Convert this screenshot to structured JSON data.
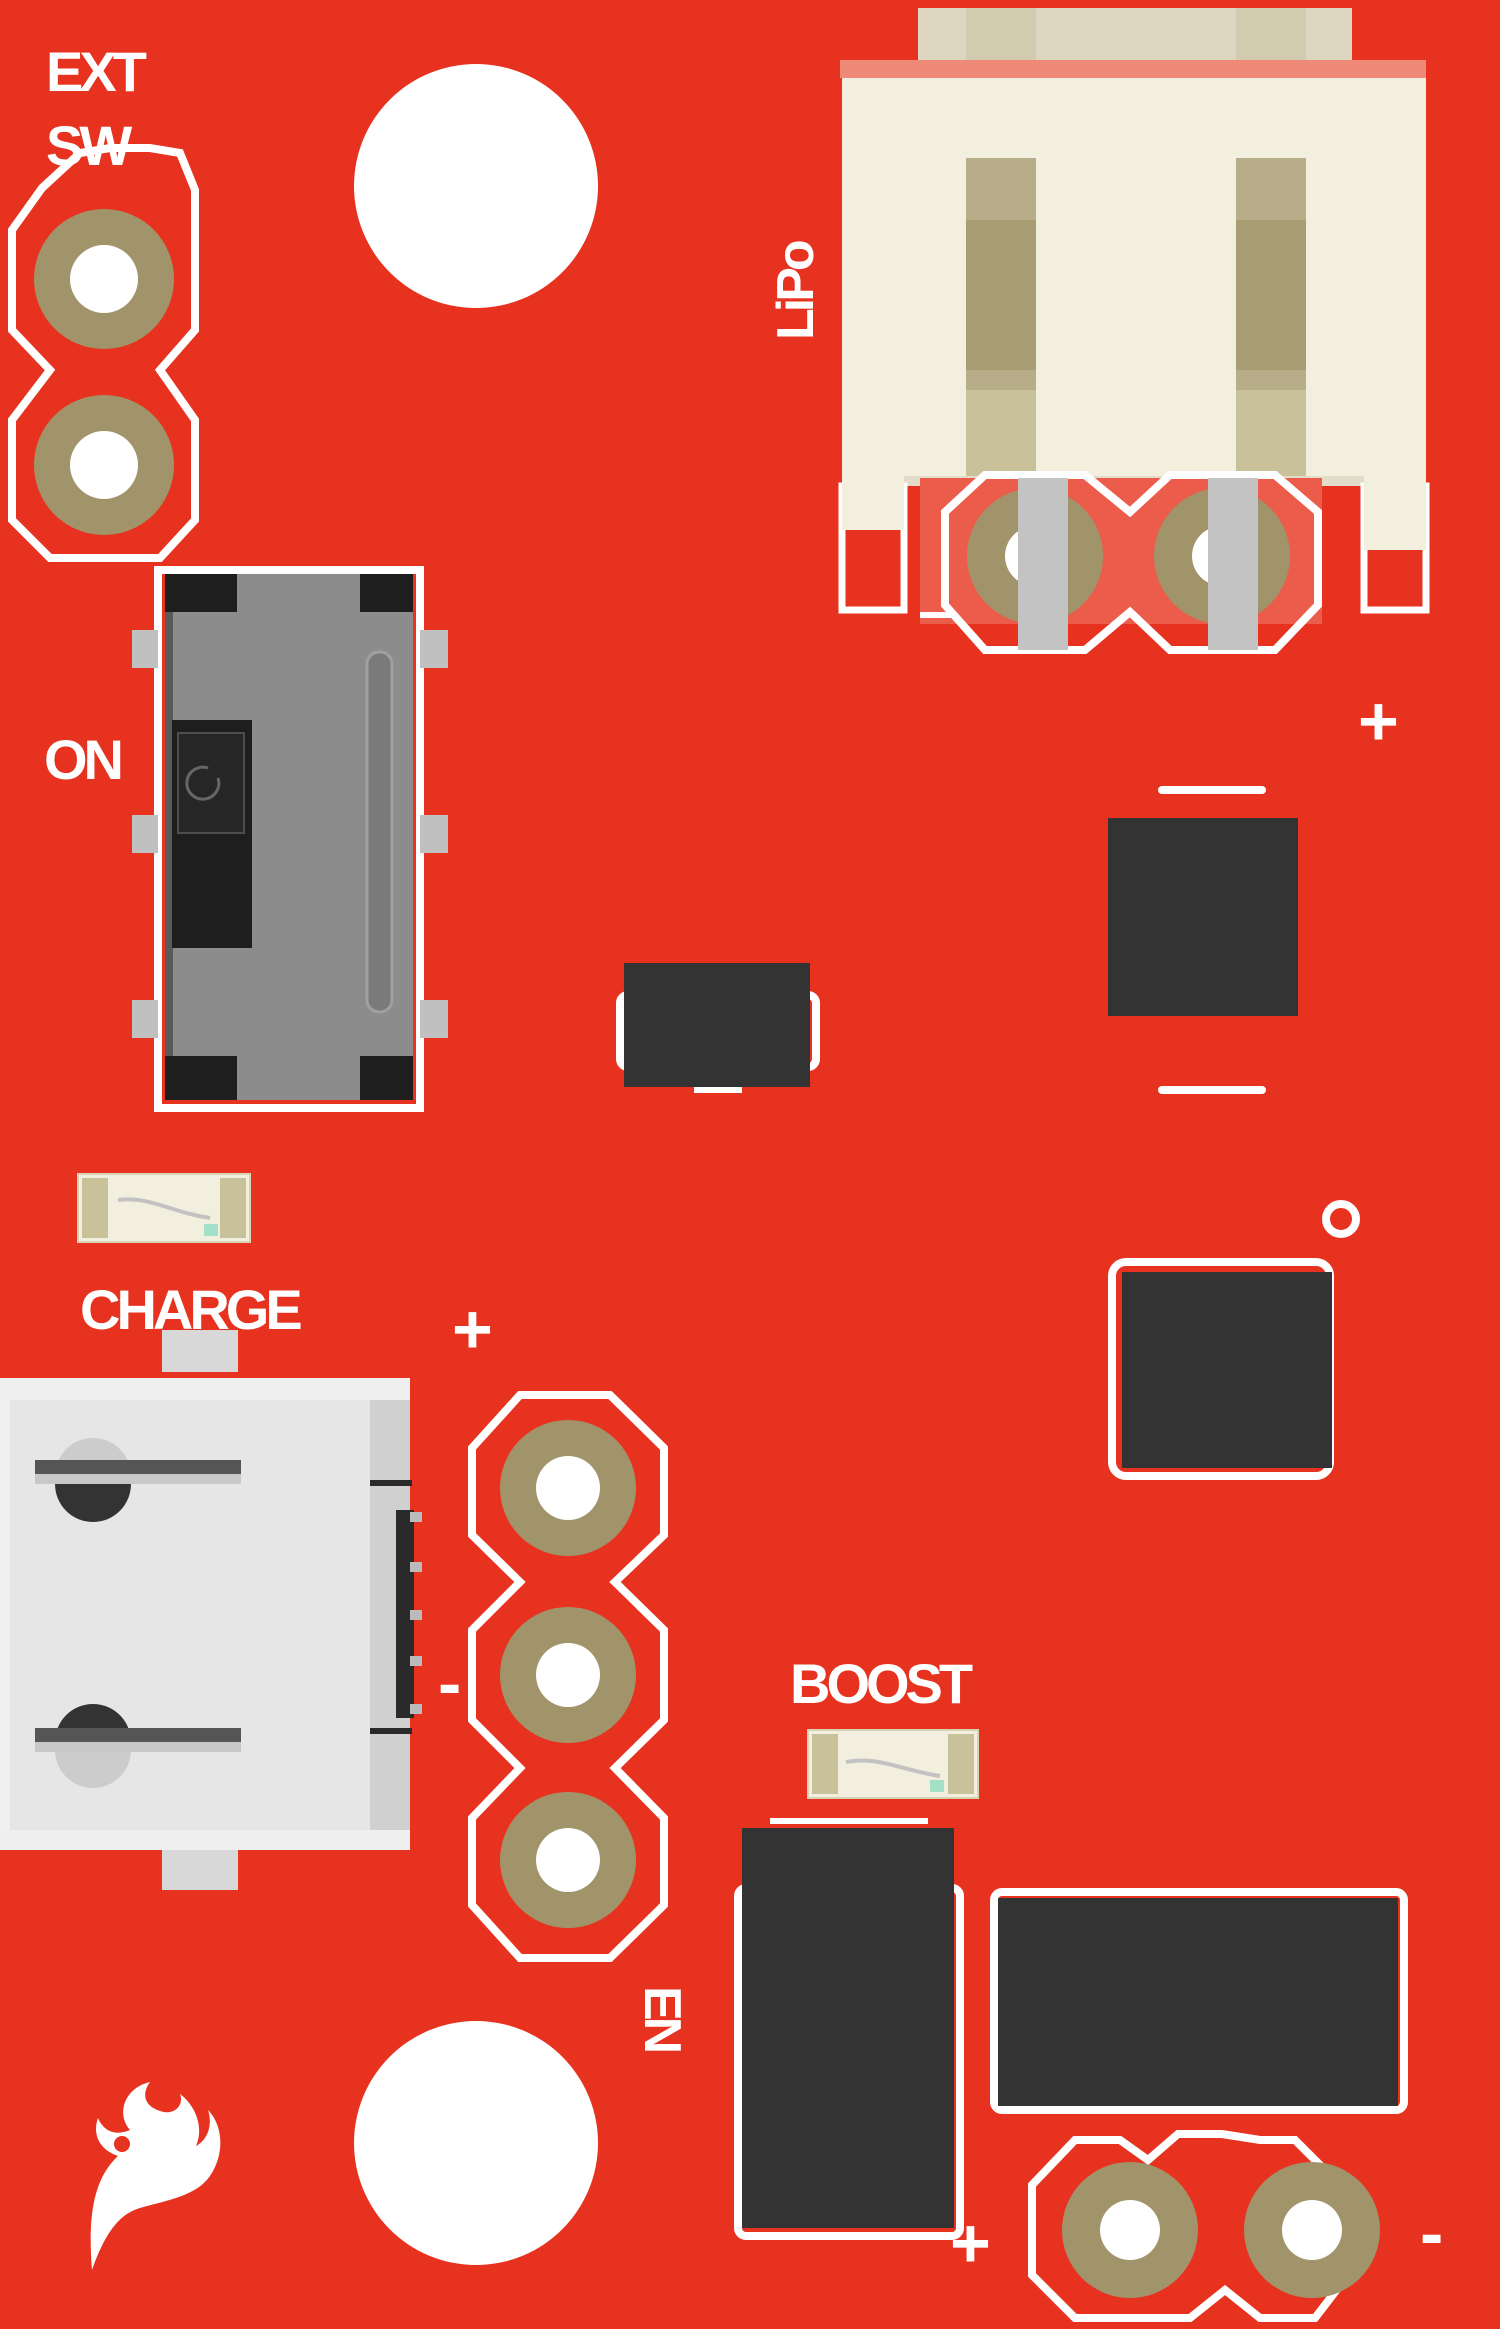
{
  "board": {
    "background_color": "#e6321f",
    "silkscreen_color": "#ffffff",
    "pad_copper_color": "#a2946a",
    "ic_body_color": "#333333"
  },
  "labels": {
    "ext": "EXT",
    "sw": "SW",
    "on": "ON",
    "charge": "CHARGE",
    "boost": "BOOST",
    "lipo": "LiPo",
    "en": "EN",
    "plus": "+",
    "minus": "-"
  },
  "logo": {
    "icon": "sparkfun-flame-icon"
  }
}
